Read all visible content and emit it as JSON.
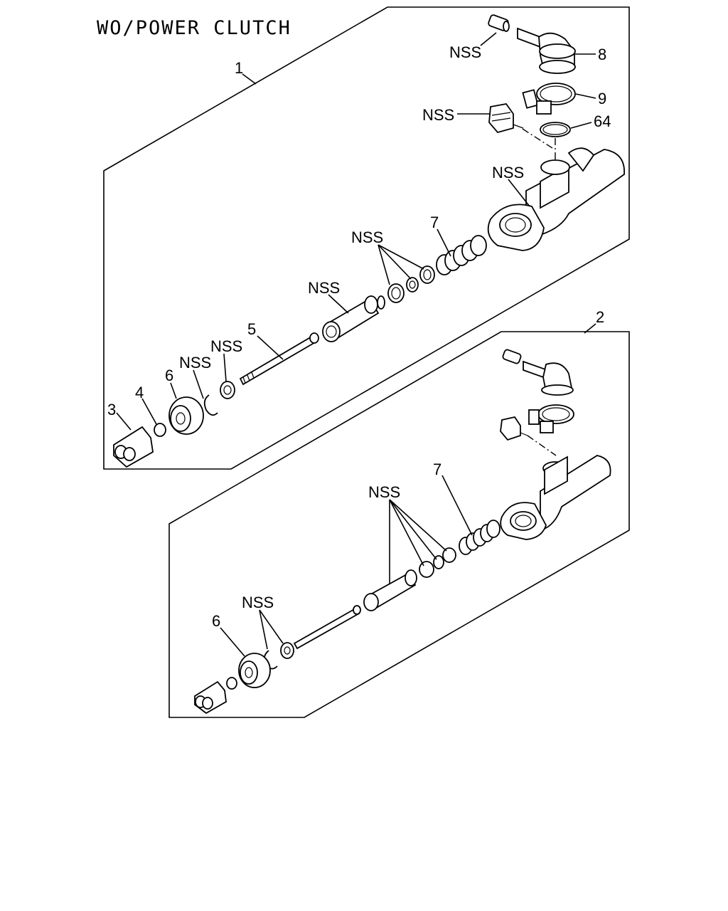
{
  "title": "WO/POWER CLUTCH",
  "assemblies": [
    {
      "id": "1",
      "label": "1"
    },
    {
      "id": "2",
      "label": "2"
    }
  ],
  "callouts": {
    "a1_nss_fitting": "NSS",
    "a1_8": "8",
    "a1_9": "9",
    "a1_nss_bleeder": "NSS",
    "a1_64": "64",
    "a1_nss_body": "NSS",
    "a1_7": "7",
    "a1_nss_seals": "NSS",
    "a1_nss_piston": "NSS",
    "a1_5": "5",
    "a1_nss_washer": "NSS",
    "a1_nss_snapring": "NSS",
    "a1_6": "6",
    "a1_4": "4",
    "a1_3": "3",
    "a2_7": "7",
    "a2_nss_seals": "NSS",
    "a2_nss_snap": "NSS",
    "a2_6": "6"
  }
}
